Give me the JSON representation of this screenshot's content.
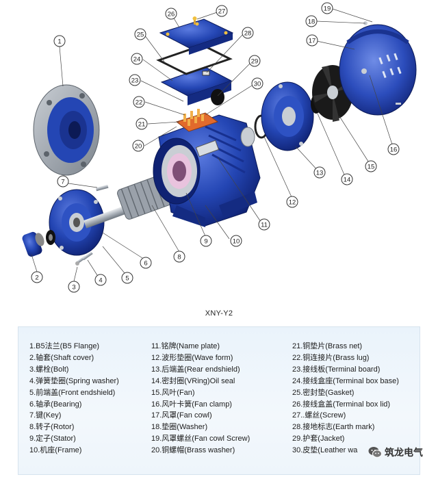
{
  "model_label": "XNY-Y2",
  "callouts": [
    "1",
    "2",
    "3",
    "4",
    "5",
    "6",
    "7",
    "8",
    "9",
    "10",
    "11",
    "12",
    "13",
    "14",
    "15",
    "16",
    "17",
    "18",
    "19",
    "20",
    "21",
    "22",
    "23",
    "24",
    "25",
    "26",
    "27",
    "28",
    "29",
    "30"
  ],
  "legend": {
    "col1": [
      "1.B5法兰(B5 Flange)",
      "2.轴套(Shaft cover)",
      "3.螺栓(Bolt)",
      "4.弹簧垫圈(Spring washer)",
      "5.前端盖(Front endshield)",
      "6.轴承(Bearing)",
      "7.键(Key)",
      "8.转子(Rotor)",
      "9.定子(Stator)",
      "10.机座(Frame)"
    ],
    "col2": [
      "11.铭牌(Name plate)",
      "12.波形垫圈(Wave form)",
      "13.后端盖(Rear endshield)",
      "14.密封圈(VRing)Oil seal",
      "15.风叶(Fan)",
      "16.风叶卡簧(Fan clamp)",
      "17.风罩(Fan cowl)",
      "18.垫圈(Washer)",
      "19.风罩螺丝(Fan cowl Screw)",
      "20.铜螺帽(Brass washer)"
    ],
    "col3": [
      "21.铜垫片(Brass net)",
      "22.铜连接片(Brass lug)",
      "23.接线板(Terminal board)",
      "24.接线盒座(Terminal box base)",
      "25.密封垫(Gasket)",
      "26.接线盒盖(Terminal box lid)",
      "27..螺丝(Screw)",
      "28.接地标志(Earth mark)",
      "29.护套(Jacket)",
      "30.皮垫(Leather wa"
    ]
  },
  "watermark": {
    "text": "筑龙电气",
    "icon": "wechat-icon"
  },
  "colors": {
    "motor_blue": "#1f3fa8",
    "motor_dark": "#0e2270",
    "steel": "#b8bec6",
    "copper": "#e08a3a",
    "winding": "#d9a3c8"
  }
}
